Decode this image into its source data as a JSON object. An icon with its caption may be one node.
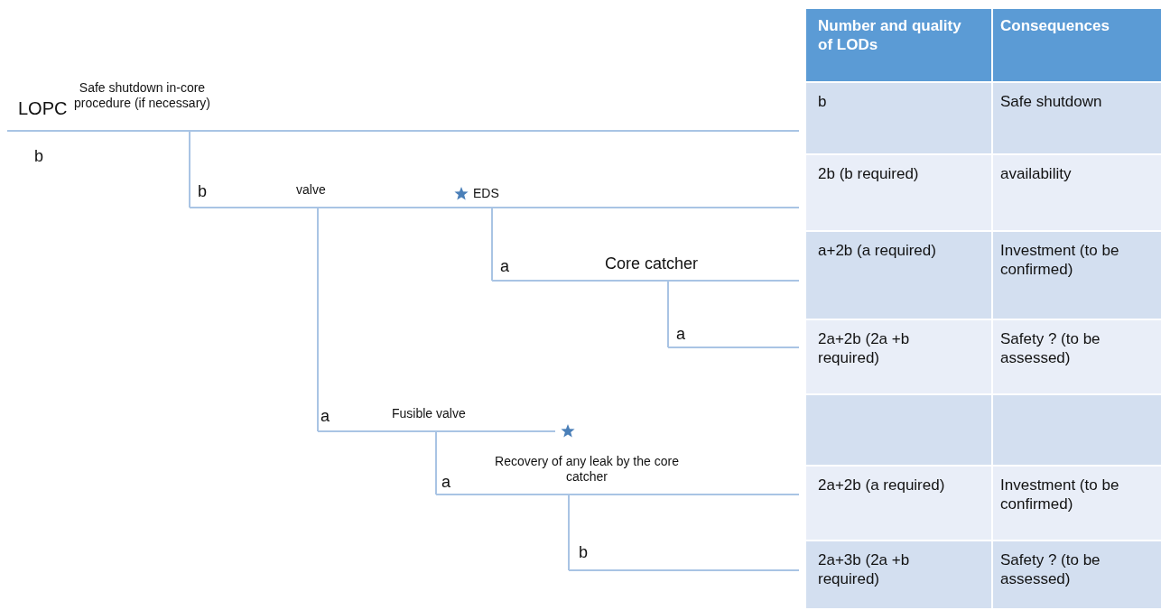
{
  "diagram": {
    "labels": [
      "LOPC",
      "Safe shutdown in-core procedure (if necessary)",
      "b",
      "b",
      "valve",
      "EDS",
      "a",
      "Core catcher",
      "a",
      "a",
      "Fusible valve",
      "Recovery of any leak by the core catcher",
      "a",
      "b",
      "Number and quality of LODs",
      "Consequences",
      "b",
      "Safe shutdown",
      "2b (b required)",
      "availability",
      "a+2b (a required)",
      "Investment (to be confirmed)",
      "2a+2b (2a +b required)",
      "Safety ? (to be assessed)",
      "2a+2b (a required)",
      "Investment (to be confirmed)",
      "2a+3b (2a +b required)",
      "Safety ? (to be assessed)"
    ]
  }
}
